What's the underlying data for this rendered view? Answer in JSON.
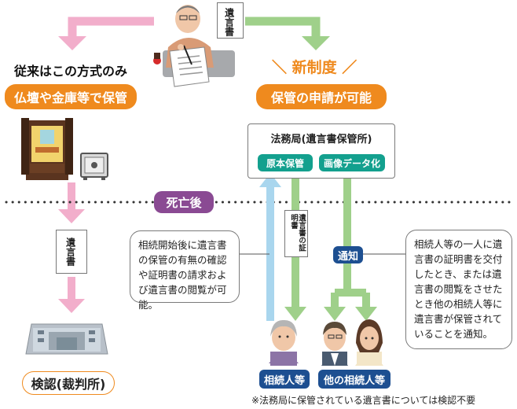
{
  "labels": {
    "will_tag": "遺言書",
    "old_method": "従来はこの方式のみ",
    "new_system": "新制度",
    "old_storage": "仏壇や金庫等で保管",
    "new_storage": "保管の申請が可能",
    "legal_bureau": "法務局(遺言書保管所)",
    "original_storage": "原本保管",
    "image_data": "画像データ化",
    "after_death": "死亡後",
    "left_will": "遺言書",
    "certificate": "遺言書の証明書",
    "notice": "通知",
    "inspection": "検認(裁判所)",
    "heir": "相続人等",
    "other_heirs": "他の相続人等",
    "footnote": "※法務局に保管されている遺言書については検認不要",
    "bubble_left": "相続開始後に遺言書の保管の有無の確認や証明書の請求および遺言書の閲覧が可能。",
    "bubble_right": "相続人等の一人に遺言書の証明書を交付したとき、または遺言書の閲覧をさせたとき他の相続人等に遺言書が保管されていることを通知。"
  },
  "colors": {
    "orange": "#ef8a1e",
    "pink_arrow": "#f2aecb",
    "green_arrow": "#9fd08a",
    "blue_arrow": "#a9d6ee",
    "teal": "#13a08e",
    "navy": "#1d4f91",
    "purple": "#8a4a93"
  },
  "icons": [
    "writer-figure-icon",
    "butsudan-icon",
    "safe-icon",
    "courthouse-icon",
    "elderly-woman-icon",
    "man-icon",
    "woman-icon"
  ]
}
